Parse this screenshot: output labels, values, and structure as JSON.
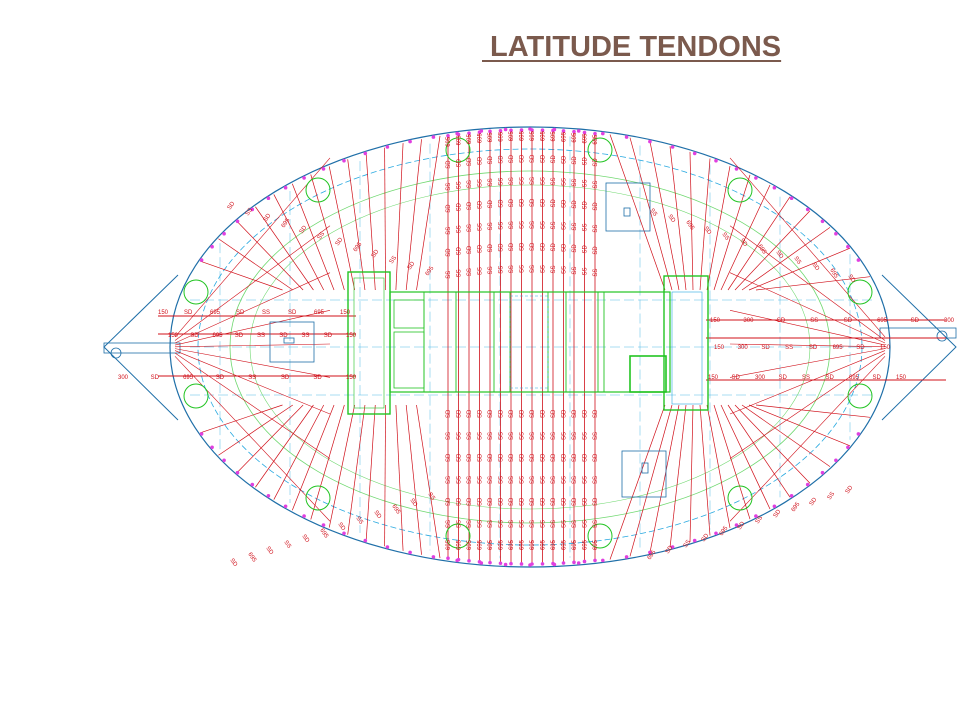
{
  "slide": {
    "title": " LATITUDE TENDONS"
  },
  "colors": {
    "title": "#7b5a4d",
    "slab_edge": "#1f6fa8",
    "grid": "#29a9e0",
    "tendon": "#d0101a",
    "tendon_label": "#d0101a",
    "core": "#22c422",
    "band": "#6fd86f",
    "anchor": "#e040e0",
    "column": "#22c422"
  },
  "diagram": {
    "lower_dim_labels": [
      "150",
      "SD",
      "695"
    ],
    "left_row1": [
      "150",
      "SD",
      "695",
      "SD",
      "SS",
      "SD",
      "695",
      "150"
    ],
    "left_row2": [
      "150",
      "SD",
      "695",
      "SD",
      "SS",
      "SD",
      "SS",
      "SD",
      "150"
    ],
    "left_row3": [
      "300",
      "SD",
      "695",
      "SD",
      "SS",
      "SD",
      "SD",
      "150"
    ],
    "right_row1": [
      "150",
      "300",
      "SD",
      "SS",
      "SD",
      "695",
      "SD",
      "300"
    ],
    "right_row2": [
      "150",
      "300",
      "SD",
      "SS",
      "SD",
      "695",
      "SD",
      "150"
    ],
    "right_row3": [
      "150",
      "SD",
      "300",
      "SD",
      "SS",
      "SD",
      "695",
      "SD",
      "150"
    ],
    "vertical_top_labels": [
      "695",
      "SD",
      "SS",
      "SD",
      "SS",
      "SD",
      "SS",
      "SD"
    ],
    "vertical_bottom_labels": [
      "SD",
      "SS",
      "SD",
      "SS",
      "SD",
      "SS",
      "695",
      "150"
    ]
  }
}
